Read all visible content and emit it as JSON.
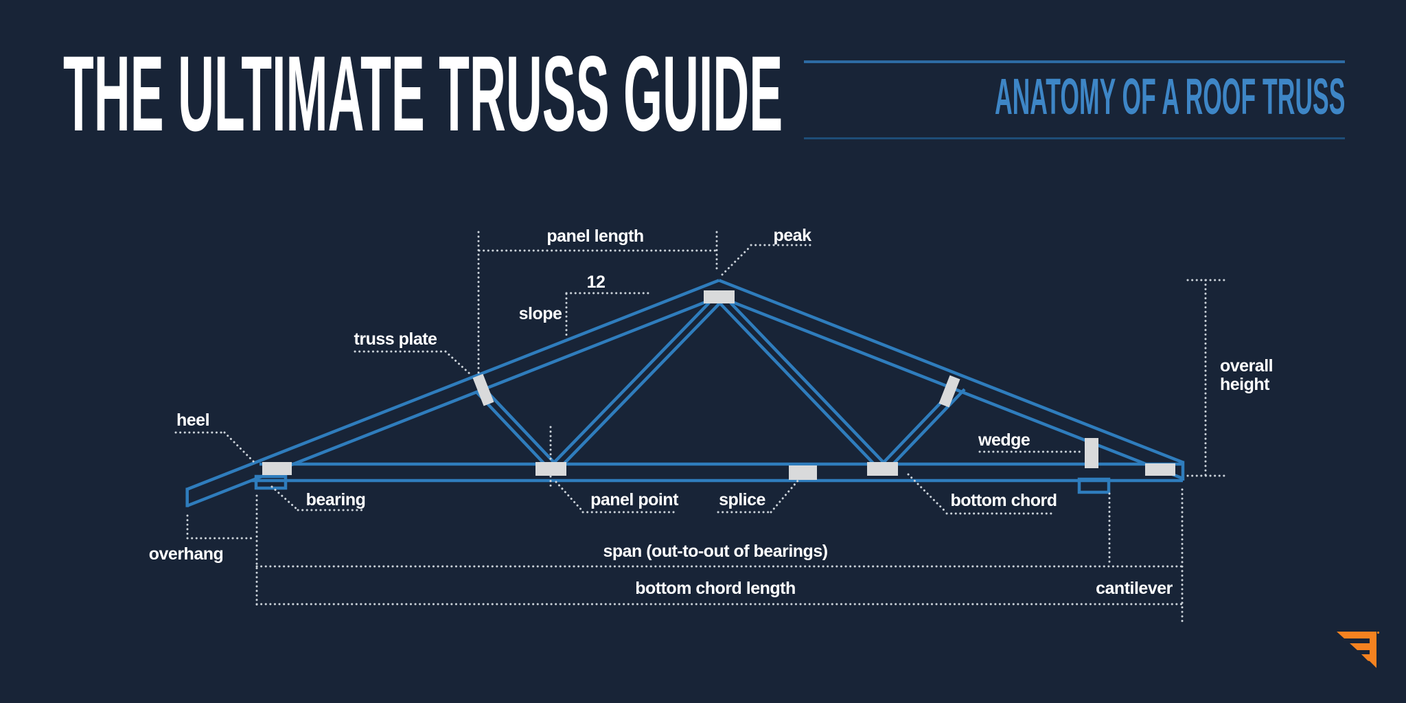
{
  "header": {
    "title": "THE ULTIMATE TRUSS GUIDE",
    "subtitle": "ANATOMY OF A ROOF TRUSS"
  },
  "colors": {
    "background": "#182437",
    "truss_blue": "#2f7dbd",
    "plate_gray": "#d9dadb",
    "dotted_line": "#ccd3da",
    "label_white": "#ffffff",
    "subtitle_blue": "#3e86c6",
    "rule_top_blue": "#2d6ba3",
    "rule_bottom_blue": "#1e4e78",
    "logo_orange": "#f58220"
  },
  "diagram": {
    "labels": {
      "panel_length": "panel length",
      "peak": "peak",
      "slope_number": "12",
      "slope": "slope",
      "truss_plate": "truss plate",
      "heel": "heel",
      "bearing": "bearing",
      "overhang": "overhang",
      "panel_point": "panel point",
      "splice": "splice",
      "wedge": "wedge",
      "bottom_chord": "bottom chord",
      "overall_height_line1": "overall",
      "overall_height_line2": "height",
      "span": "span (out-to-out of bearings)",
      "bottom_chord_length": "bottom chord length",
      "cantilever": "cantilever"
    }
  }
}
